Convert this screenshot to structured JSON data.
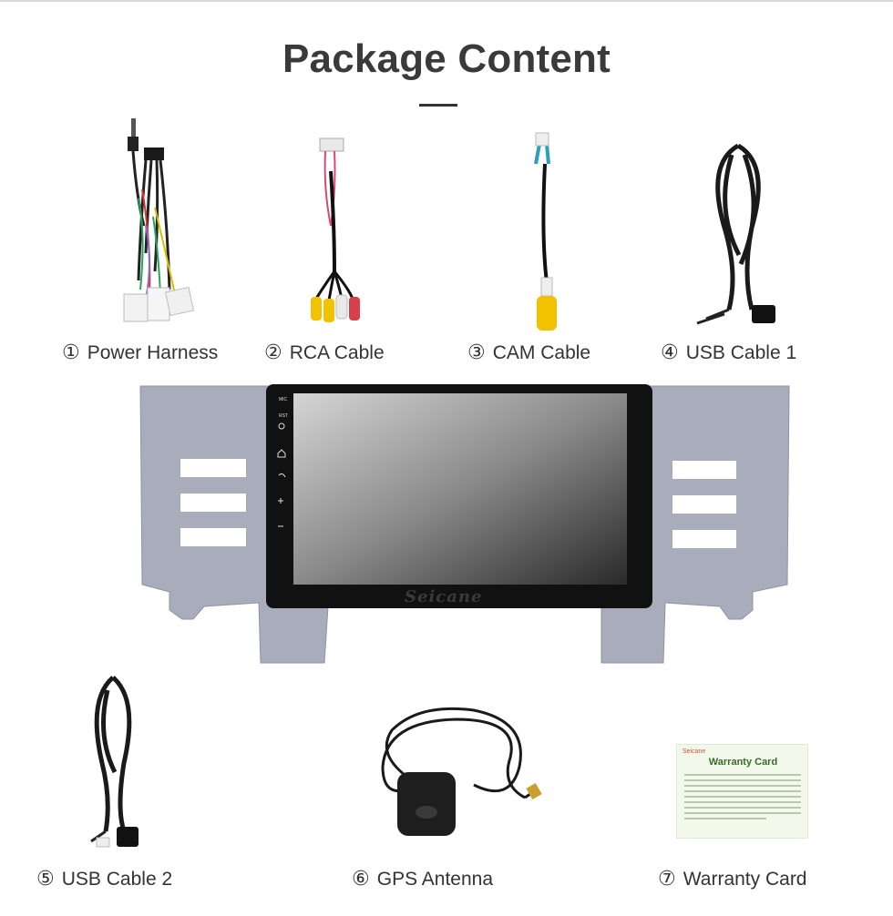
{
  "page": {
    "title": "Package Content"
  },
  "items": [
    {
      "number": "①",
      "label": "Power Harness",
      "icon": "power-harness-icon"
    },
    {
      "number": "②",
      "label": "RCA Cable",
      "icon": "rca-cable-icon"
    },
    {
      "number": "③",
      "label": "CAM Cable",
      "icon": "cam-cable-icon"
    },
    {
      "number": "④",
      "label": "USB Cable 1",
      "icon": "usb-cable-icon"
    },
    {
      "number": "⑤",
      "label": "USB Cable 2",
      "icon": "usb-cable-icon"
    },
    {
      "number": "⑥",
      "label": "GPS Antenna",
      "icon": "gps-antenna-icon"
    },
    {
      "number": "⑦",
      "label": "Warranty Card",
      "icon": "warranty-card-icon"
    }
  ],
  "head_unit": {
    "brand": "Seicane",
    "side_buttons": [
      "MIC",
      "RST"
    ]
  },
  "warranty_card": {
    "brand": "Seicane",
    "title": "Warranty Card"
  },
  "colors": {
    "title": "#3a3a3a",
    "panel": "#a9acbb",
    "screen": "#777777",
    "rca_yellow": "#f2c200",
    "card_bg": "#f2f8ea",
    "card_title": "#3a6a2a"
  }
}
